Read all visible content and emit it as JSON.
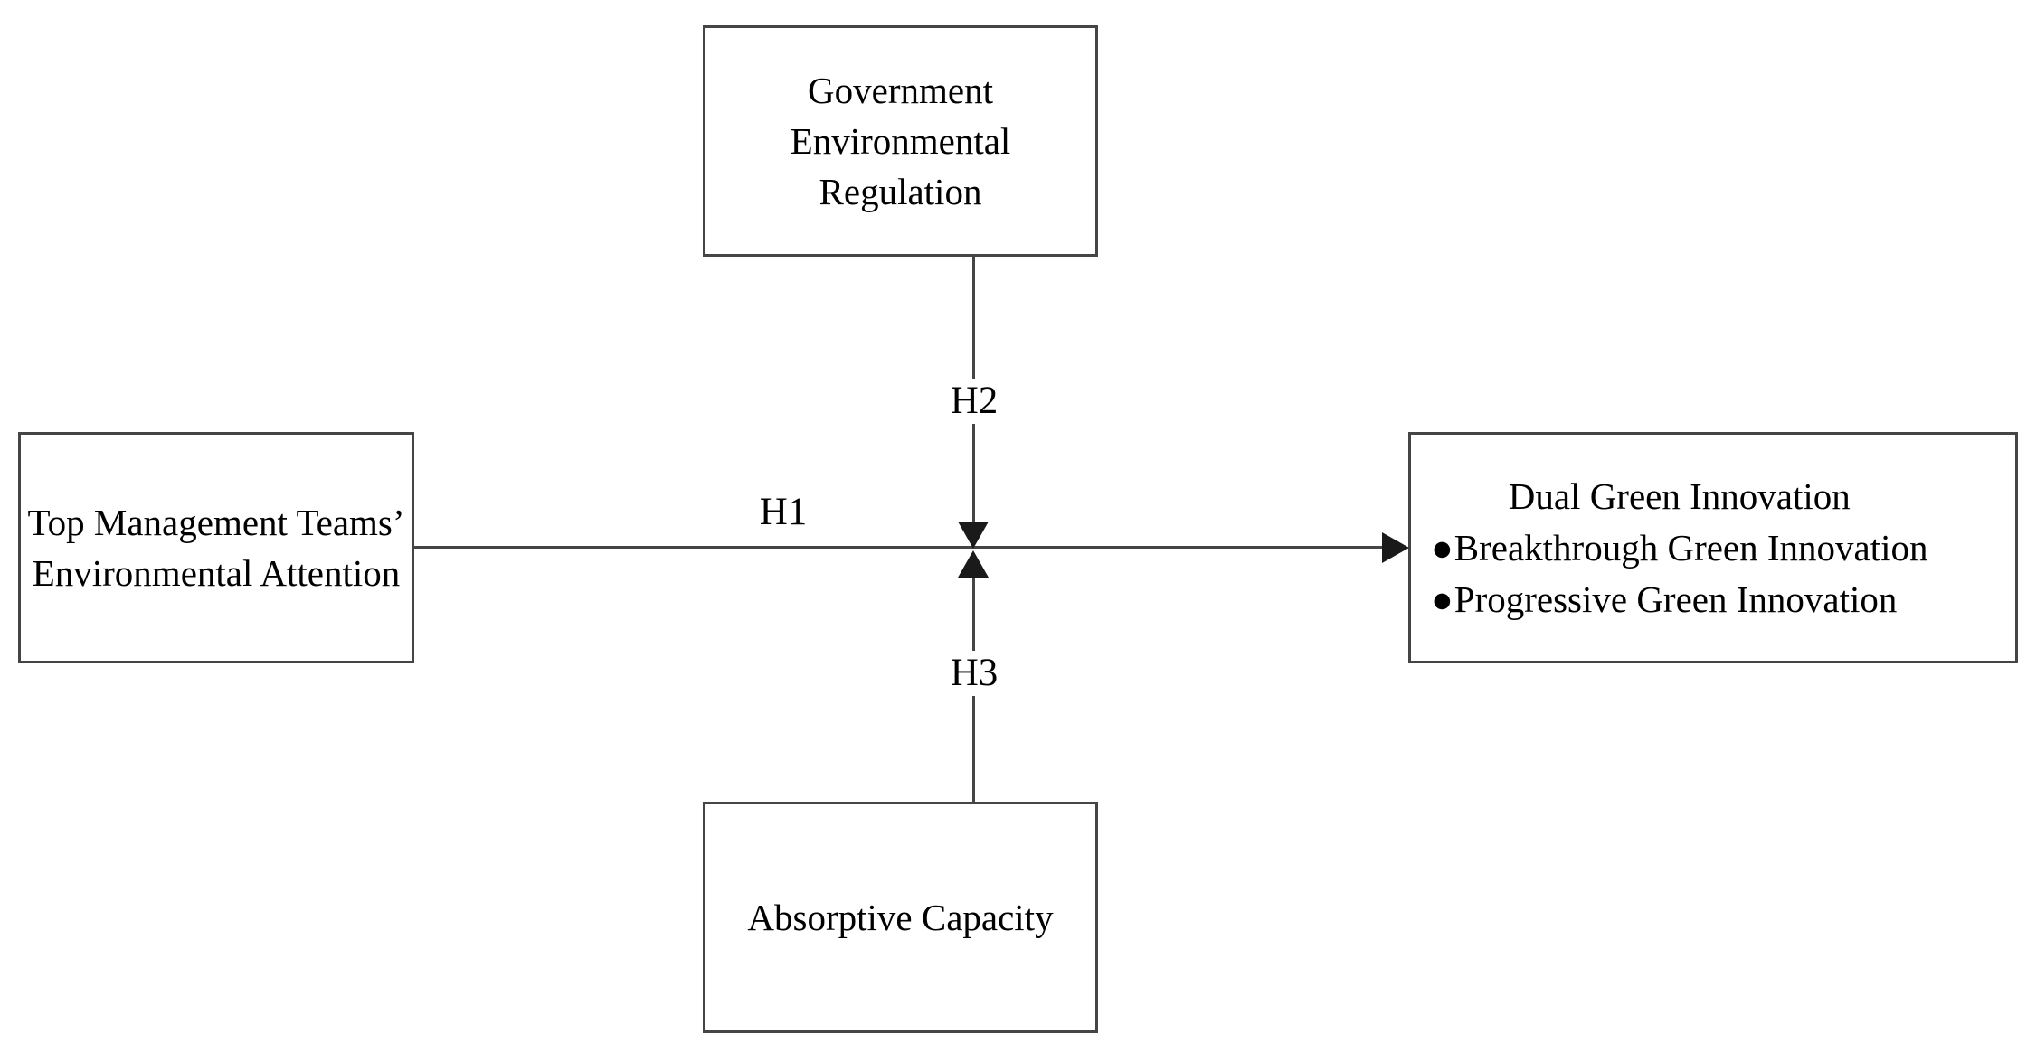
{
  "diagram": {
    "nodes": {
      "government_regulation": {
        "lines": [
          "Government Environmental",
          "Regulation"
        ]
      },
      "tmt_attention": {
        "lines": [
          "Top Management Teams’",
          "Environmental Attention"
        ]
      },
      "dual_green_innovation": {
        "title": "Dual Green Innovation",
        "items": [
          {
            "bullet": "●",
            "label": "Breakthrough Green Innovation"
          },
          {
            "bullet": "●",
            "label": "Progressive Green Innovation"
          }
        ]
      },
      "absorptive_capacity": {
        "label": "Absorptive Capacity"
      }
    },
    "hypothesis_labels": {
      "h1": "H1",
      "h2": "H2",
      "h3": "H3"
    },
    "colors": {
      "line": "#454545",
      "text": "#000000",
      "background": "#ffffff"
    }
  }
}
